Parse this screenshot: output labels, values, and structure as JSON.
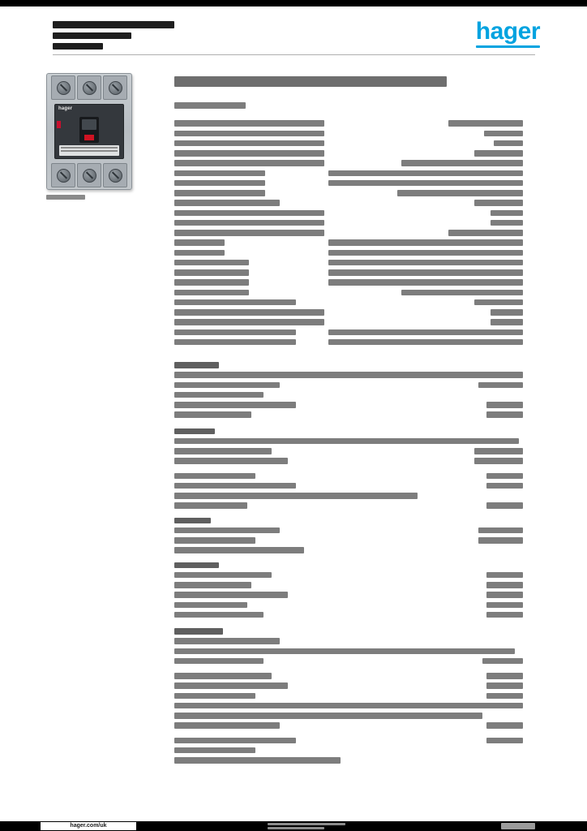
{
  "header": {
    "logo_text": "hager"
  },
  "product": {
    "brand_label": "hager"
  },
  "footer": {
    "website": "hager.com/uk"
  }
}
